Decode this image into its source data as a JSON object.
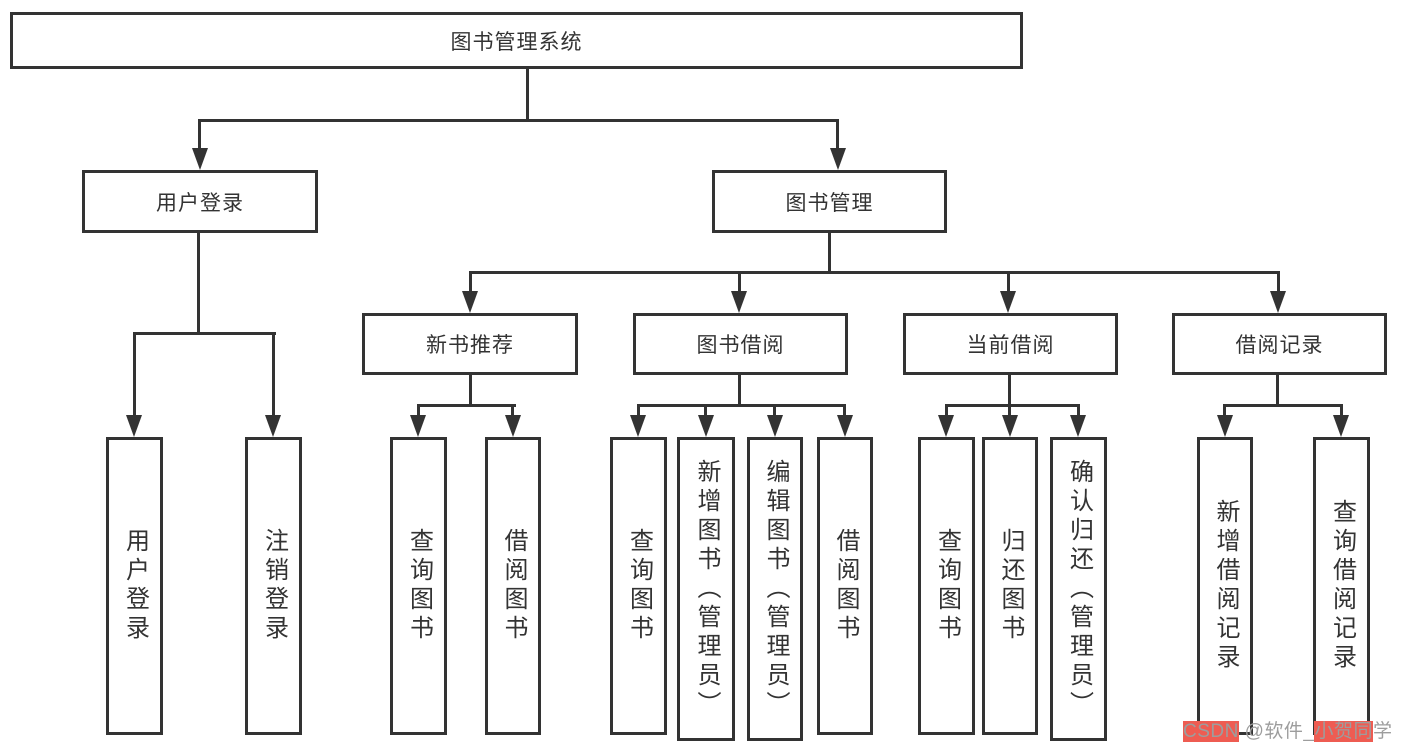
{
  "tree": {
    "root": {
      "label": "图书管理系统"
    },
    "branches": [
      {
        "label": "用户登录",
        "children": [
          {
            "label": "用户登录"
          },
          {
            "label": "注销登录"
          }
        ]
      },
      {
        "label": "图书管理",
        "groups": [
          {
            "label": "新书推荐",
            "children": [
              {
                "label": "查询图书"
              },
              {
                "label": "借阅图书"
              }
            ]
          },
          {
            "label": "图书借阅",
            "children": [
              {
                "label": "查询图书"
              },
              {
                "label": "新增图书（管理员）"
              },
              {
                "label": "编辑图书（管理员）"
              },
              {
                "label": "借阅图书"
              }
            ]
          },
          {
            "label": "当前借阅",
            "children": [
              {
                "label": "查询图书"
              },
              {
                "label": "归还图书"
              },
              {
                "label": "确认归还（管理员）"
              }
            ]
          },
          {
            "label": "借阅记录",
            "children": [
              {
                "label": "新增借阅记录"
              },
              {
                "label": "查询借阅记录"
              }
            ]
          }
        ]
      }
    ]
  },
  "watermark": {
    "segments": [
      {
        "text": "CSDN",
        "highlight": true
      },
      {
        "text": " @软件_",
        "highlight": false
      },
      {
        "text": "小贺同",
        "highlight": true
      },
      {
        "text": "学",
        "highlight": false
      }
    ]
  },
  "colors": {
    "line": "#333333",
    "text": "#333333",
    "background": "#ffffff",
    "watermark_text": "#9d9d9d",
    "watermark_highlight": "#ee5c52"
  }
}
